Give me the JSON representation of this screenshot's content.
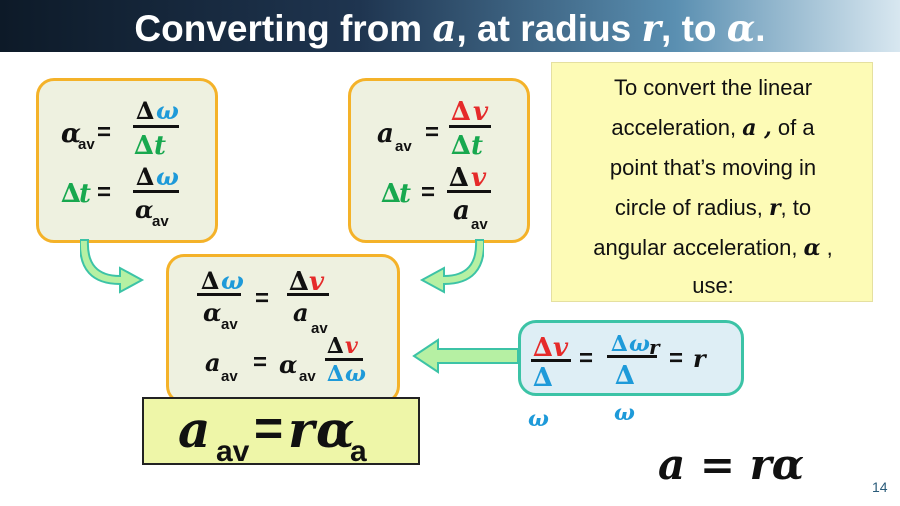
{
  "title": {
    "prefix": "Converting from ",
    "a": "a",
    "mid": ", at radius ",
    "r": "r",
    "mid2": ", to ",
    "alpha": "α",
    "end": "."
  },
  "symbols": {
    "a": "a",
    "alpha": "α",
    "omega": "ω",
    "delta": "∆",
    "v": "v",
    "t": "t",
    "r": "r",
    "sub_av": "av",
    "sub_a": "a",
    "equals": "=",
    "comma": ","
  },
  "note": {
    "line1": "To convert the linear",
    "line2_pre": "acceleration, ",
    "line2_sym": "a ,",
    "line2_post": " of a",
    "line3": "point that’s moving in",
    "line4_pre": "circle of radius, ",
    "line4_sym": "r",
    "line4_post": ", to",
    "line5_pre": "angular acceleration, ",
    "line5_sym": "α",
    "line5_post": " ,",
    "line6": "use:"
  },
  "bottom_formula": "a = rα",
  "big_formula": {
    "a": "a",
    "sub": "av",
    "eq": "=",
    "r": "r",
    "alpha": "α",
    "sub2": "a"
  },
  "page_number": "14",
  "colors": {
    "red": "#e52a2a",
    "blue": "#1e9ad9",
    "green": "#18a84f",
    "orange_border": "#f4b229",
    "teal_border": "#3cc3a6",
    "note_bg": "#fdfbb6",
    "arrow_fill": "#b6f0a3"
  }
}
